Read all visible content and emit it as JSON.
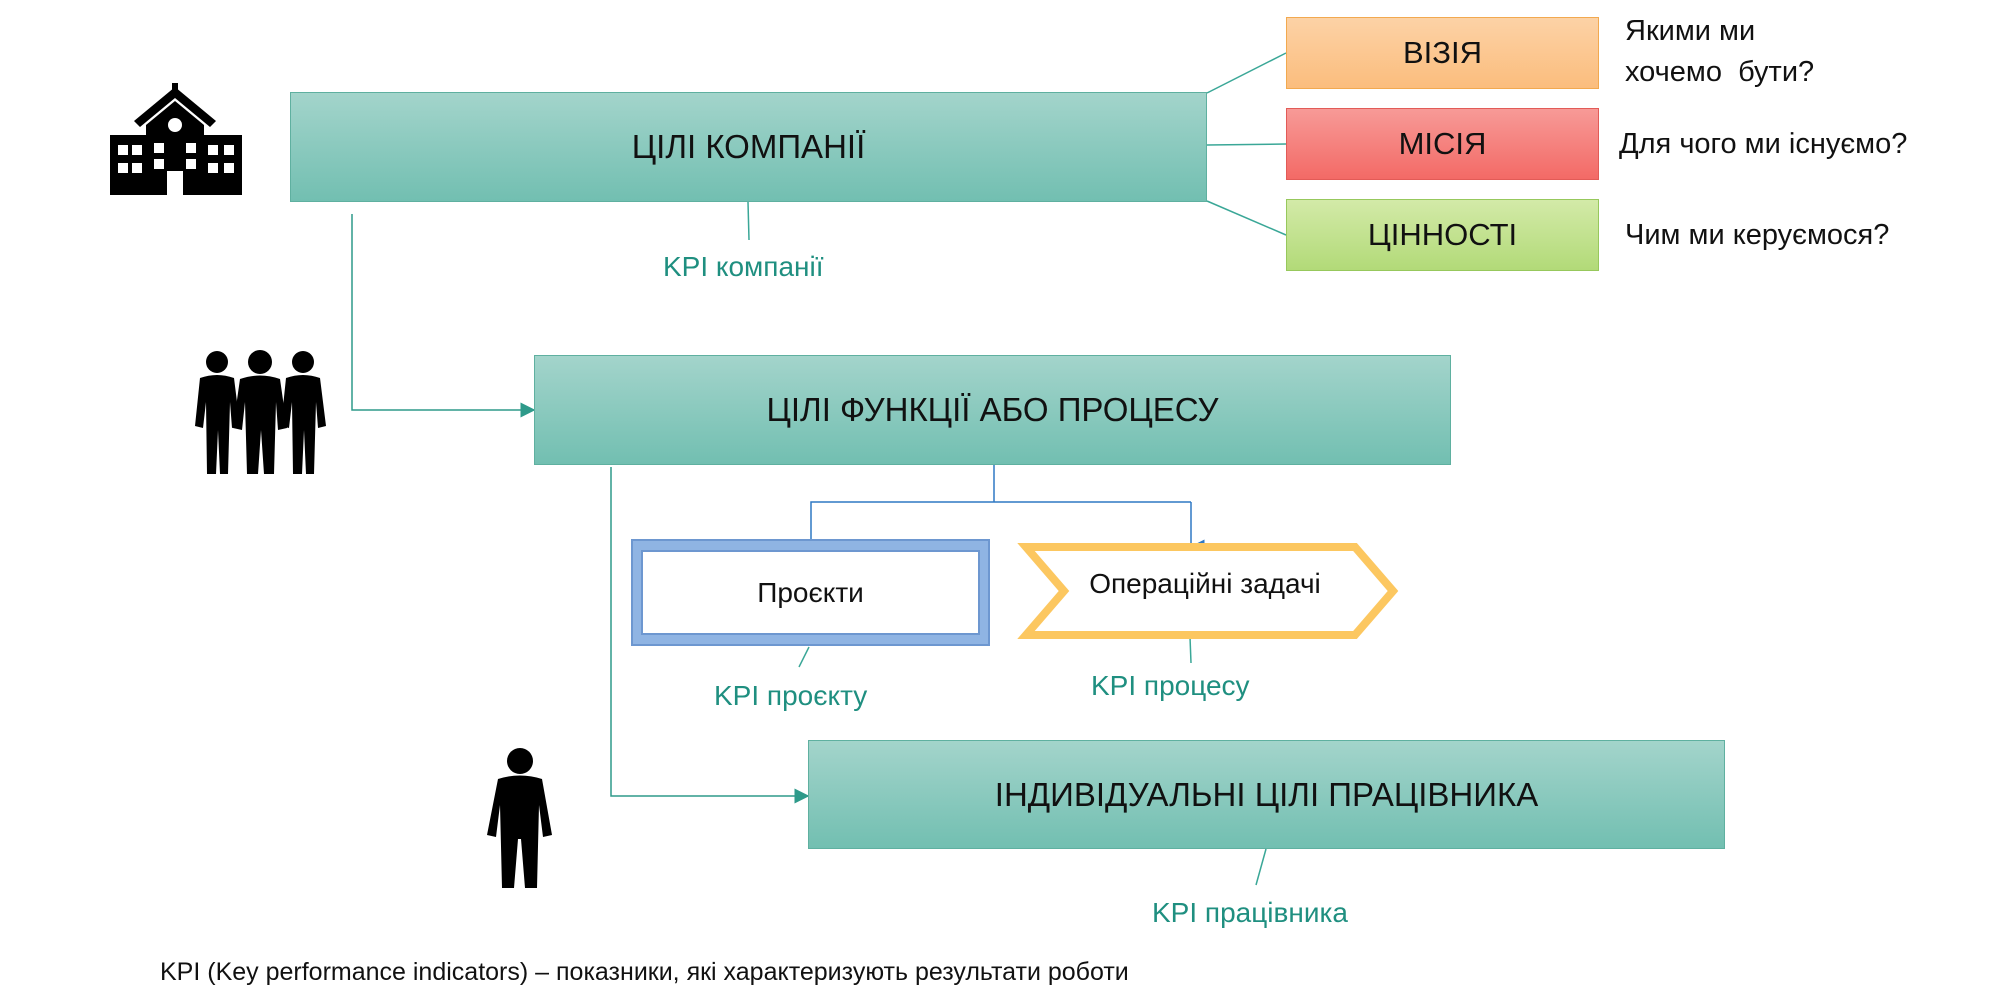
{
  "goals": {
    "company": "ЦІЛІ КОМПАНІЇ",
    "function": "ЦІЛІ ФУНКЦІЇ АБО ПРОЦЕСУ",
    "individual": "ІНДИВІДУАЛЬНІ ЦІЛІ ПРАЦІВНИКА"
  },
  "vmv": {
    "vision": {
      "label": "ВІЗІЯ",
      "question_line1": "Якими ми",
      "question_line2": "хочемо  бути?",
      "color": "#fbc58e"
    },
    "mission": {
      "label": "МІСІЯ",
      "question": "Для чого ми існуємо?",
      "color": "#f57e7b"
    },
    "values": {
      "label": "ЦІННОСТІ",
      "question": "Чим ми керуємося?",
      "color": "#bfe08a"
    }
  },
  "work": {
    "projects": "Проєкти",
    "operations": "Операційні задачі"
  },
  "kpi": {
    "company": "KPI компанії",
    "project": "KPI проєкту",
    "process": "KPI процесу",
    "employee": "KPI працівника"
  },
  "icons": [
    "building-icon",
    "group-icon",
    "person-icon"
  ],
  "footnote": "KPI (Key performance indicators) – показники, які характеризують результати роботи",
  "colors": {
    "goal_fill": "#8ccabe",
    "connector": "#2e9a8a",
    "kpi_text": "#1f8f80",
    "project_border": "#6d97d0",
    "operations_border": "#fcc760"
  }
}
